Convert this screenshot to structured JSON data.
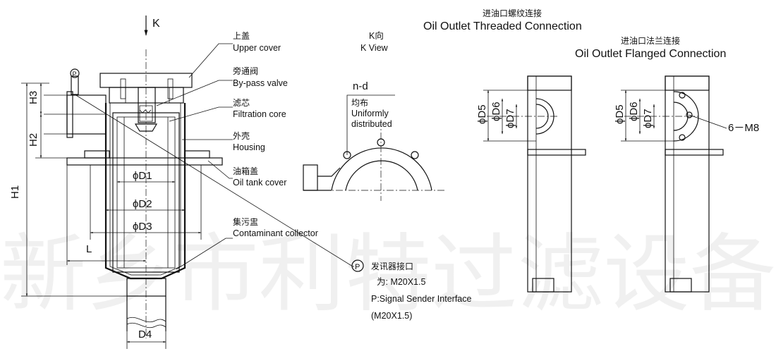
{
  "watermark": "新乡市利特过滤设备",
  "view_marker": "K",
  "kview": {
    "cn": "K向",
    "en": "K View"
  },
  "threaded": {
    "cn": "进油口螺纹连接",
    "en": "Oil Outlet Threaded Connection"
  },
  "flanged": {
    "cn": "进油口法兰连接",
    "en": "Oil Outlet Flanged Connection"
  },
  "callouts": [
    {
      "cn": "上盖",
      "en": "Upper cover"
    },
    {
      "cn": "旁通阀",
      "en": "By-pass valve"
    },
    {
      "cn": "滤芯",
      "en": "Filtration core"
    },
    {
      "cn": "外壳",
      "en": "Housing"
    },
    {
      "cn": "油箱盖",
      "en": "Oil tank cover"
    },
    {
      "cn": "集污盅",
      "en": "Contaminant collector"
    }
  ],
  "dims": {
    "h1": "H1",
    "h2": "H2",
    "h3": "H3",
    "d1": "ϕD1",
    "d2": "ϕD2",
    "d3": "ϕD3",
    "d4": "D4",
    "l": "L",
    "d5": "ϕD5",
    "d6": "ϕD6",
    "d7": "ϕD7",
    "m8": "6－M8"
  },
  "nd": {
    "label": "n-d",
    "cn": "均布",
    "en1": "Uniformly",
    "en2": "distributed"
  },
  "port_symbol": "P",
  "sender": {
    "cn": "发讯器接口",
    "spec_cn": "为: M20X1.5",
    "en": "P:Signal Sender Interface",
    "spec": "(M20X1.5)"
  }
}
